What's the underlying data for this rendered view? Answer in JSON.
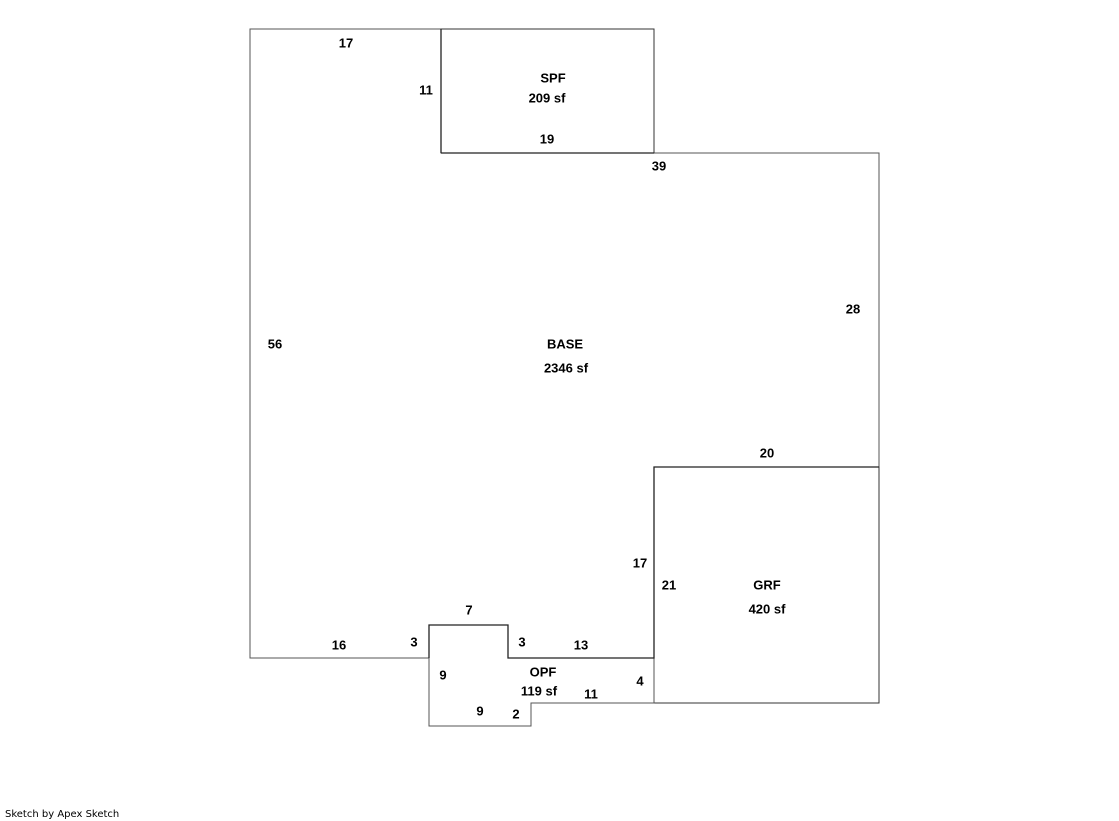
{
  "areas": {
    "base": {
      "name": "BASE",
      "area": "2346 sf"
    },
    "spf": {
      "name": "SPF",
      "area": "209 sf"
    },
    "grf": {
      "name": "GRF",
      "area": "420 sf"
    },
    "opf": {
      "name": "OPF",
      "area": "119 sf"
    }
  },
  "dimensions": {
    "base_top": "17",
    "spf_left": "11",
    "spf_bottom": "19",
    "base_top_right": "39",
    "base_right": "28",
    "base_left": "56",
    "grf_top": "20",
    "base_inner_right": "17",
    "grf_left": "21",
    "opf_top": "7",
    "base_bottom_left": "16",
    "opf_left_step": "3",
    "opf_right_step": "3",
    "base_bottom_right": "13",
    "opf_left": "9",
    "opf_right": "4",
    "opf_bottom_right": "11",
    "opf_bottom": "9",
    "opf_step": "2"
  },
  "footer": "Sketch by Apex Sketch"
}
